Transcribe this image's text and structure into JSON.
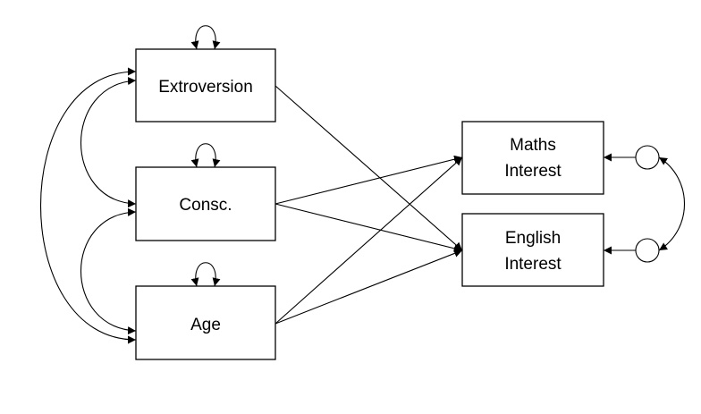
{
  "nodes": {
    "extroversion": {
      "lines": [
        "Extroversion"
      ]
    },
    "consc": {
      "lines": [
        "Consc."
      ]
    },
    "age": {
      "lines": [
        "Age"
      ]
    },
    "maths_interest": {
      "lines": [
        "Maths",
        "Interest"
      ]
    },
    "english_interest": {
      "lines": [
        "English",
        "Interest"
      ]
    }
  },
  "paths": [
    {
      "from": "extroversion",
      "to": "english_interest",
      "type": "regression"
    },
    {
      "from": "consc",
      "to": "maths_interest",
      "type": "regression"
    },
    {
      "from": "consc",
      "to": "english_interest",
      "type": "regression"
    },
    {
      "from": "age",
      "to": "maths_interest",
      "type": "regression"
    },
    {
      "from": "age",
      "to": "english_interest",
      "type": "regression"
    },
    {
      "from": "extroversion",
      "to": "consc",
      "type": "covariance"
    },
    {
      "from": "consc",
      "to": "age",
      "type": "covariance"
    },
    {
      "from": "extroversion",
      "to": "age",
      "type": "covariance"
    },
    {
      "from": "maths_residual",
      "to": "english_residual",
      "type": "covariance"
    },
    {
      "from": "maths_residual",
      "to": "maths_interest",
      "type": "residual"
    },
    {
      "from": "english_residual",
      "to": "english_interest",
      "type": "residual"
    }
  ],
  "variances": [
    "extroversion",
    "consc",
    "age"
  ]
}
